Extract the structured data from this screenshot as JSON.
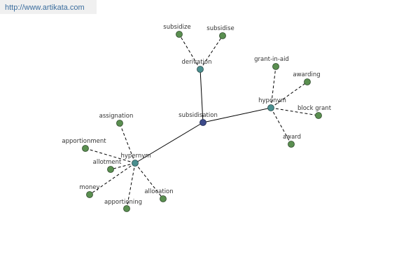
{
  "header": {
    "url": "http://www.artikata.com"
  },
  "colors": {
    "word": "#5a8f50",
    "relation": "#4a8f8f",
    "center": "#3c4a8a",
    "edge": "#000000"
  },
  "graph": {
    "center": "subsidisation",
    "relations": [
      "derivation",
      "hyponym",
      "hypernym"
    ],
    "words": {
      "derivation": [
        "subsidize",
        "subsidise"
      ],
      "hyponym": [
        "grant-in-aid",
        "awarding",
        "block grant",
        "award"
      ],
      "hypernym": [
        "assignation",
        "apportionment",
        "allotment",
        "money",
        "apportioning",
        "allocation"
      ]
    }
  }
}
